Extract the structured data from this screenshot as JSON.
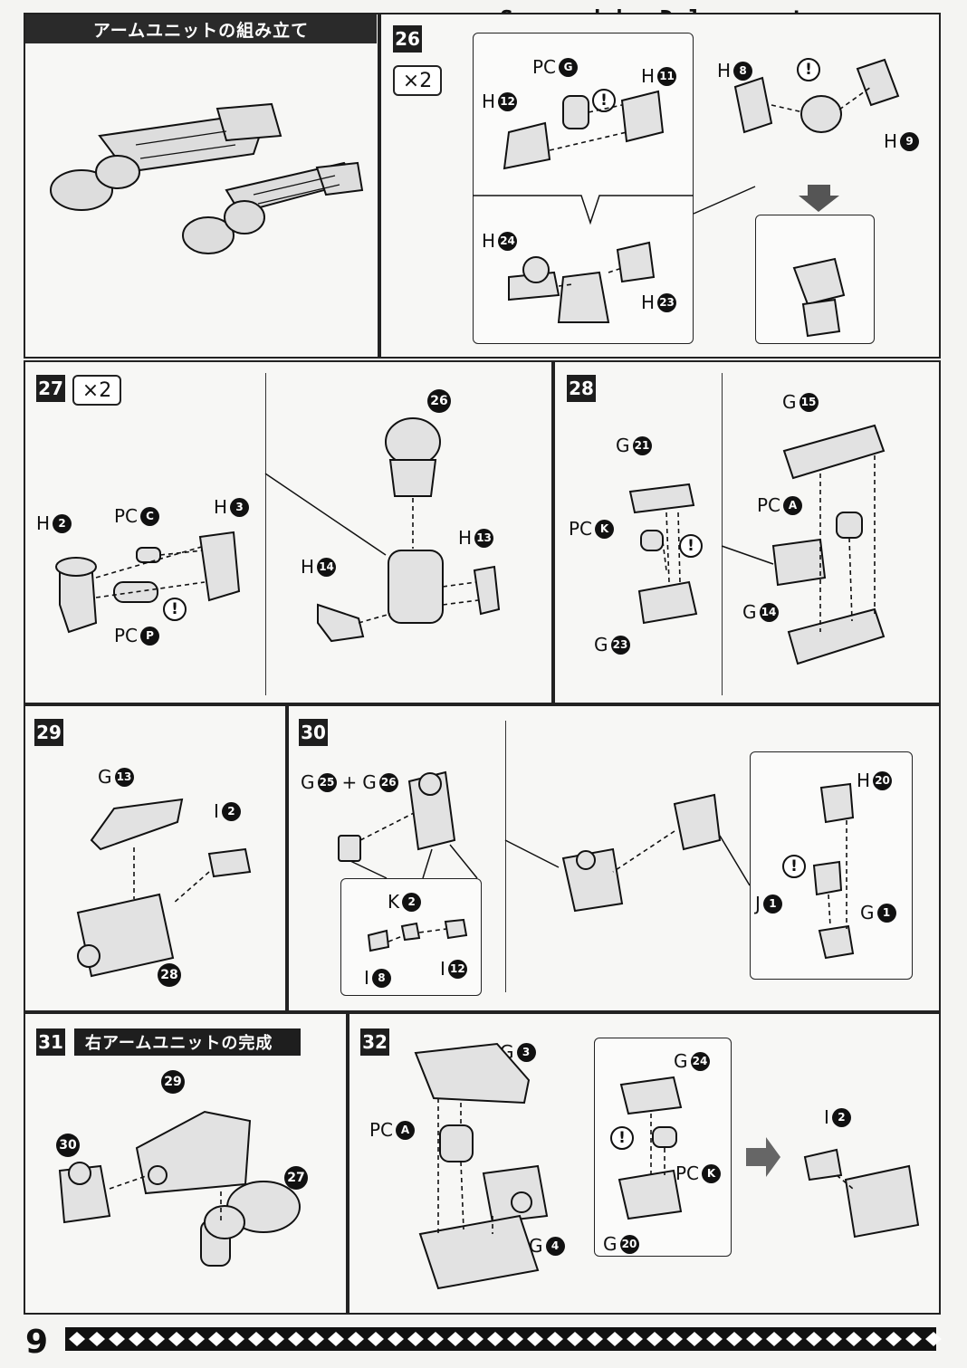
{
  "watermark": "Scanned by Dalong.net",
  "section_title": "アームユニットの組み立て",
  "page_number": "9",
  "steps": {
    "s26": {
      "number": "26",
      "multiplier": "×2",
      "labels": {
        "pc": "PC",
        "pc_id": "G",
        "h_a": "H",
        "h_a_id": "11",
        "h_b": "H",
        "h_b_id": "12",
        "h_c": "H",
        "h_c_id": "8",
        "h_d": "H",
        "h_d_id": "9",
        "h_e": "H",
        "h_e_id": "24",
        "h_f": "H",
        "h_f_id": "23"
      }
    },
    "s27": {
      "number": "27",
      "multiplier": "×2",
      "labels": {
        "h2": "H",
        "h2_id": "2",
        "pcc": "PC",
        "pcc_id": "C",
        "h3": "H",
        "h3_id": "3",
        "pcp": "PC",
        "pcp_id": "P",
        "ref": "26",
        "h14": "H",
        "h14_id": "14",
        "h13": "H",
        "h13_id": "13"
      }
    },
    "s28": {
      "number": "28",
      "labels": {
        "g21": "G",
        "g21_id": "21",
        "pck": "PC",
        "pck_id": "K",
        "g23": "G",
        "g23_id": "23",
        "g15": "G",
        "g15_id": "15",
        "pca": "PC",
        "pca_id": "A",
        "g14": "G",
        "g14_id": "14"
      }
    },
    "s29": {
      "number": "29",
      "labels": {
        "g13": "G",
        "g13_id": "13",
        "i2": "I",
        "i2_id": "2",
        "ref": "28"
      }
    },
    "s30": {
      "number": "30",
      "labels": {
        "g25": "G",
        "g25_id": "25",
        "plus": "+",
        "g26": "G",
        "g26_id": "26",
        "k2": "K",
        "k2_id": "2",
        "i8": "I",
        "i8_id": "8",
        "i12": "I",
        "i12_id": "12",
        "h20": "H",
        "h20_id": "20",
        "j1": "J",
        "j1_id": "1",
        "g1": "G",
        "g1_id": "1"
      }
    },
    "s31": {
      "number": "31",
      "title": "右アームユニットの完成",
      "labels": {
        "ref29": "29",
        "ref30": "30",
        "ref27": "27"
      }
    },
    "s32": {
      "number": "32",
      "labels": {
        "g3": "G",
        "g3_id": "3",
        "pca": "PC",
        "pca_id": "A",
        "g4": "G",
        "g4_id": "4",
        "g24": "G",
        "g24_id": "24",
        "pck": "PC",
        "pck_id": "K",
        "g20": "G",
        "g20_id": "20",
        "i2": "I",
        "i2_id": "2"
      }
    }
  },
  "warning_symbol": "!"
}
